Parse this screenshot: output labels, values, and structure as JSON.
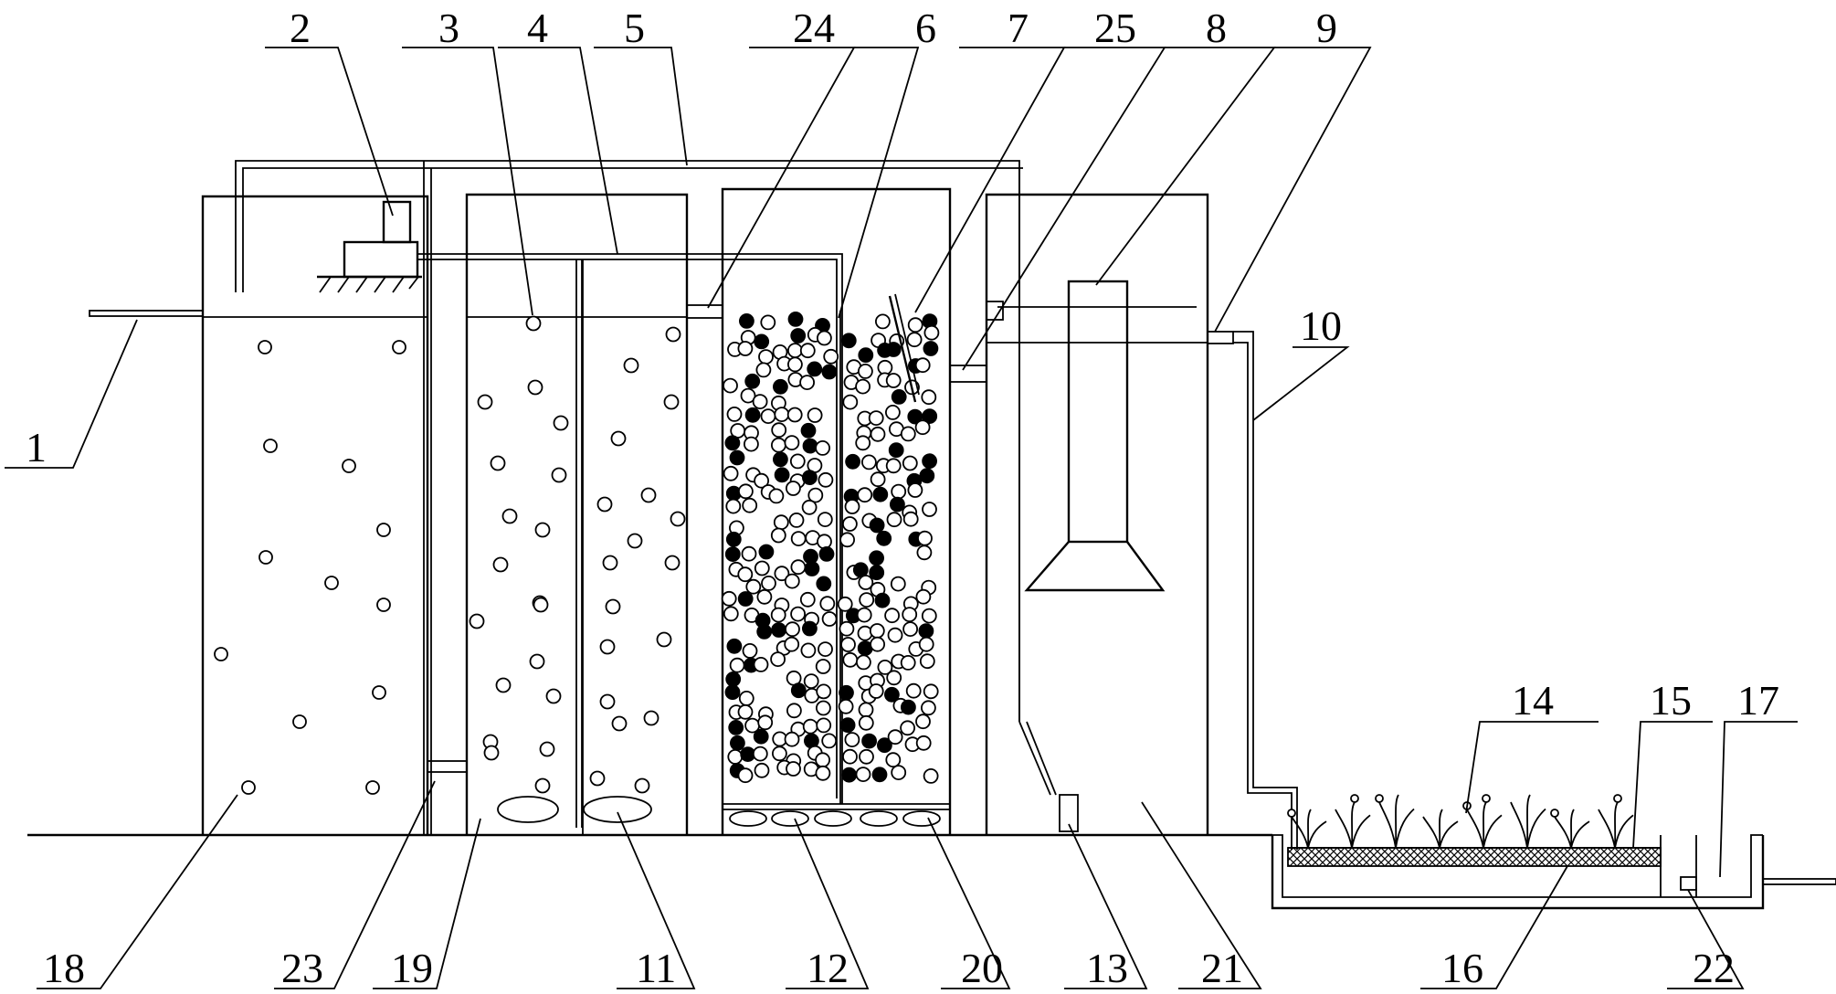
{
  "labels": {
    "l1": "1",
    "l2": "2",
    "l3": "3",
    "l4": "4",
    "l5": "5",
    "l6": "6",
    "l7": "7",
    "l8": "8",
    "l9": "9",
    "l10": "10",
    "l11": "11",
    "l12": "12",
    "l13": "13",
    "l14": "14",
    "l15": "15",
    "l16": "16",
    "l17": "17",
    "l18": "18",
    "l19": "19",
    "l20": "20",
    "l21": "21",
    "l22": "22",
    "l23": "23",
    "l24": "24",
    "l25": "25"
  },
  "colors": {
    "line": "#000000",
    "background": "#ffffff",
    "media_hatch": "#000000"
  }
}
